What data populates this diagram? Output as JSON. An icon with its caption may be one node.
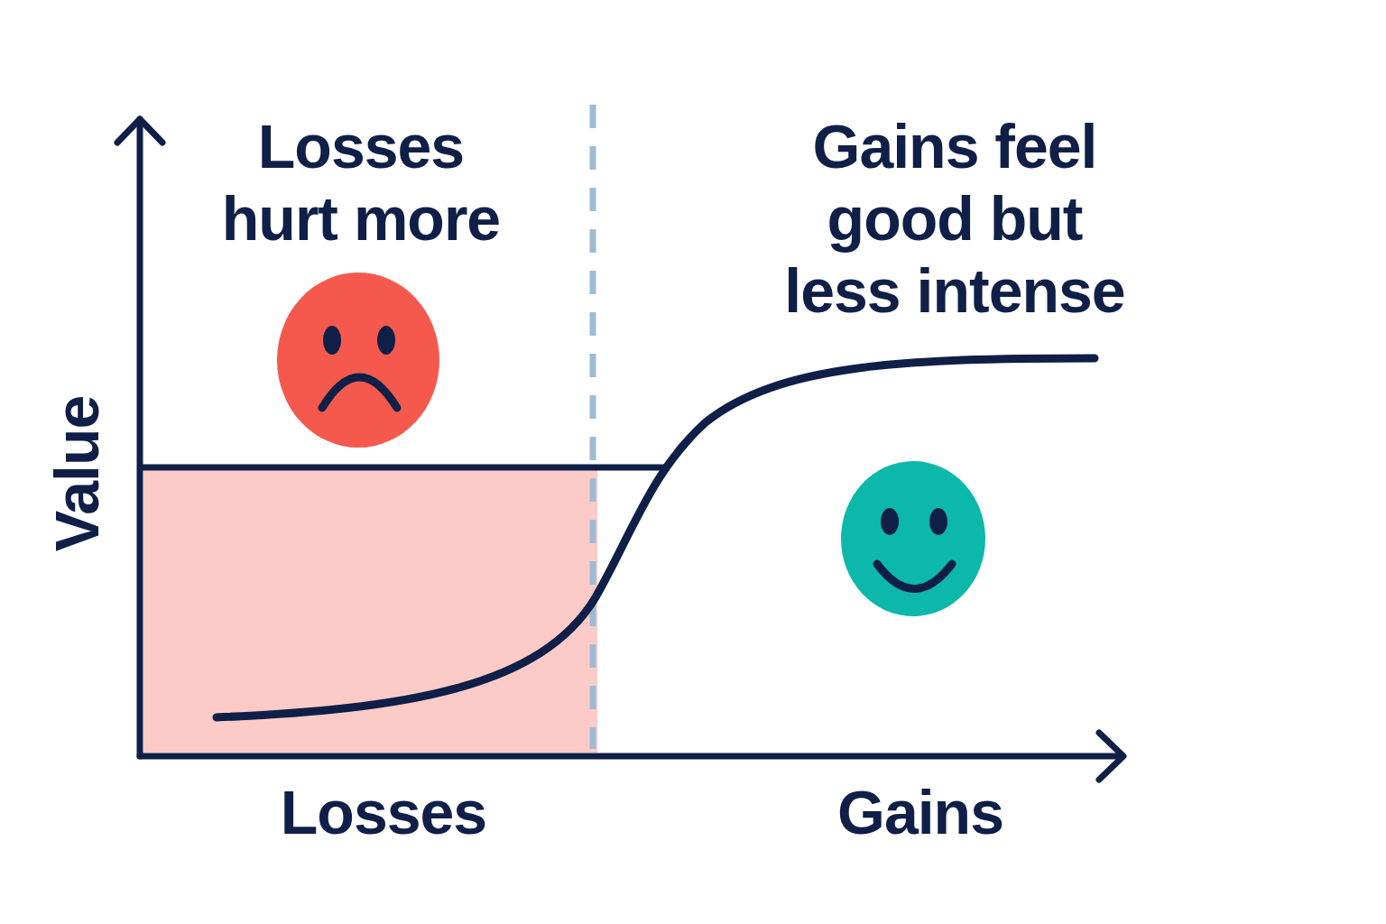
{
  "diagram": {
    "labels": [
      "Losses hurt more",
      "Gains feel good but less intense",
      "Value",
      "Losses",
      "Gains"
    ]
  }
}
